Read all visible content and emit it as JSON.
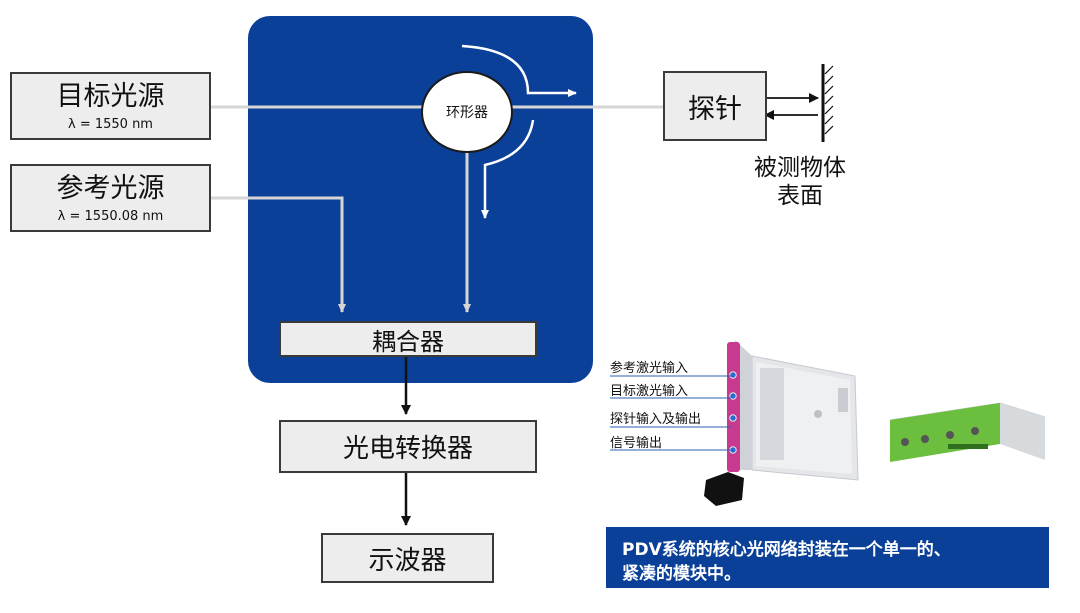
{
  "target_source": {
    "title": "目标光源",
    "wavelength": "λ = 1550 nm"
  },
  "reference_source": {
    "title": "参考光源",
    "wavelength": "λ = 1550.08 nm"
  },
  "circulator": {
    "label": "环形器"
  },
  "probe": {
    "label": "探针"
  },
  "target_surface": {
    "line1": "被测物体",
    "line2": "表面"
  },
  "coupler": {
    "label": "耦合器"
  },
  "photodetector": {
    "label": "光电转换器"
  },
  "oscilloscope": {
    "label": "示波器"
  },
  "module_ports": [
    "参考激光输入",
    "目标激光输入",
    "探针输入及输出",
    "信号输出"
  ],
  "caption": {
    "line1": "PDV系统的核心光网络封装在一个单一的、",
    "line2": "紧凑的模块中。"
  },
  "colors": {
    "panel_blue": "#0a4098",
    "box_fill": "#ededed",
    "line_gray": "#d6d6d6"
  }
}
